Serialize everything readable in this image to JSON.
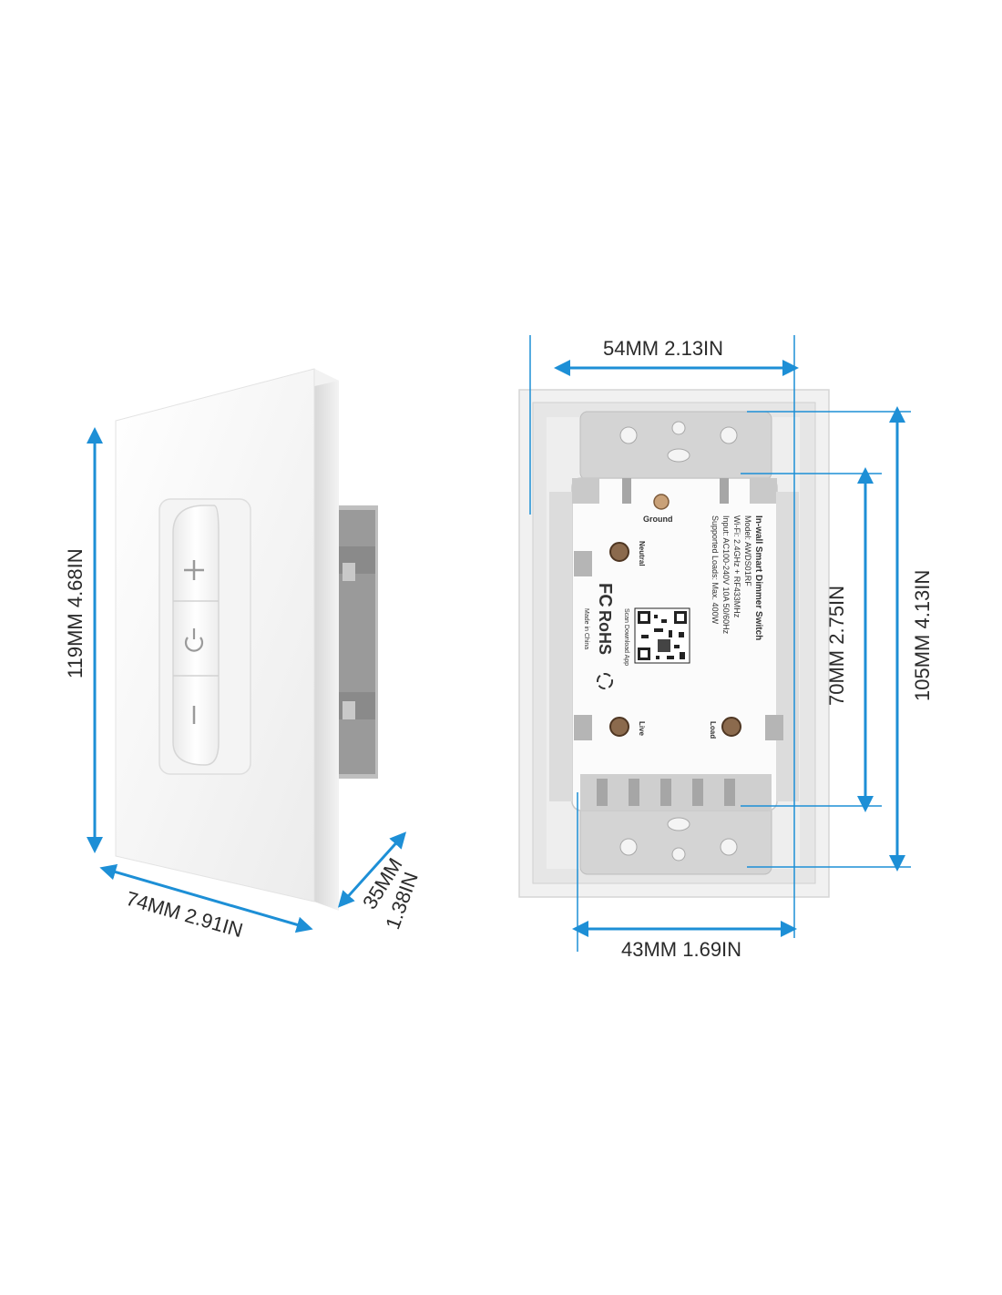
{
  "accent_color": "#1d8fd6",
  "front_view": {
    "height_label": "119MM  4.68IN",
    "width_label": "74MM   2.91IN",
    "depth_label_mm": "35MM",
    "depth_label_in": "1.38IN",
    "buttons": [
      "+",
      "power-icon",
      "−"
    ]
  },
  "back_view": {
    "top_width_label": "54MM  2.13IN",
    "bottom_width_label": "43MM 1.69IN",
    "inner_height_label": "70MM   2.75IN",
    "outer_height_label": "105MM  4.13IN",
    "terminals": {
      "ground": "Ground",
      "neutral": "Neutral",
      "live": "Live",
      "load": "Load"
    },
    "product_label": {
      "title": "In-wall Smart Dimmer Switch",
      "model": "Model: AWDS01RF",
      "wifi": "Wi-Fi: 2.4GHz + RF433MHz",
      "input": "Input: AC100-240V  10A 50/60Hz",
      "loads": "Supported Loads: Max. 400W",
      "download": "Scan Download App",
      "cert_fcc": "FC",
      "cert_rohs": "RoHS",
      "origin": "Made in China"
    }
  }
}
